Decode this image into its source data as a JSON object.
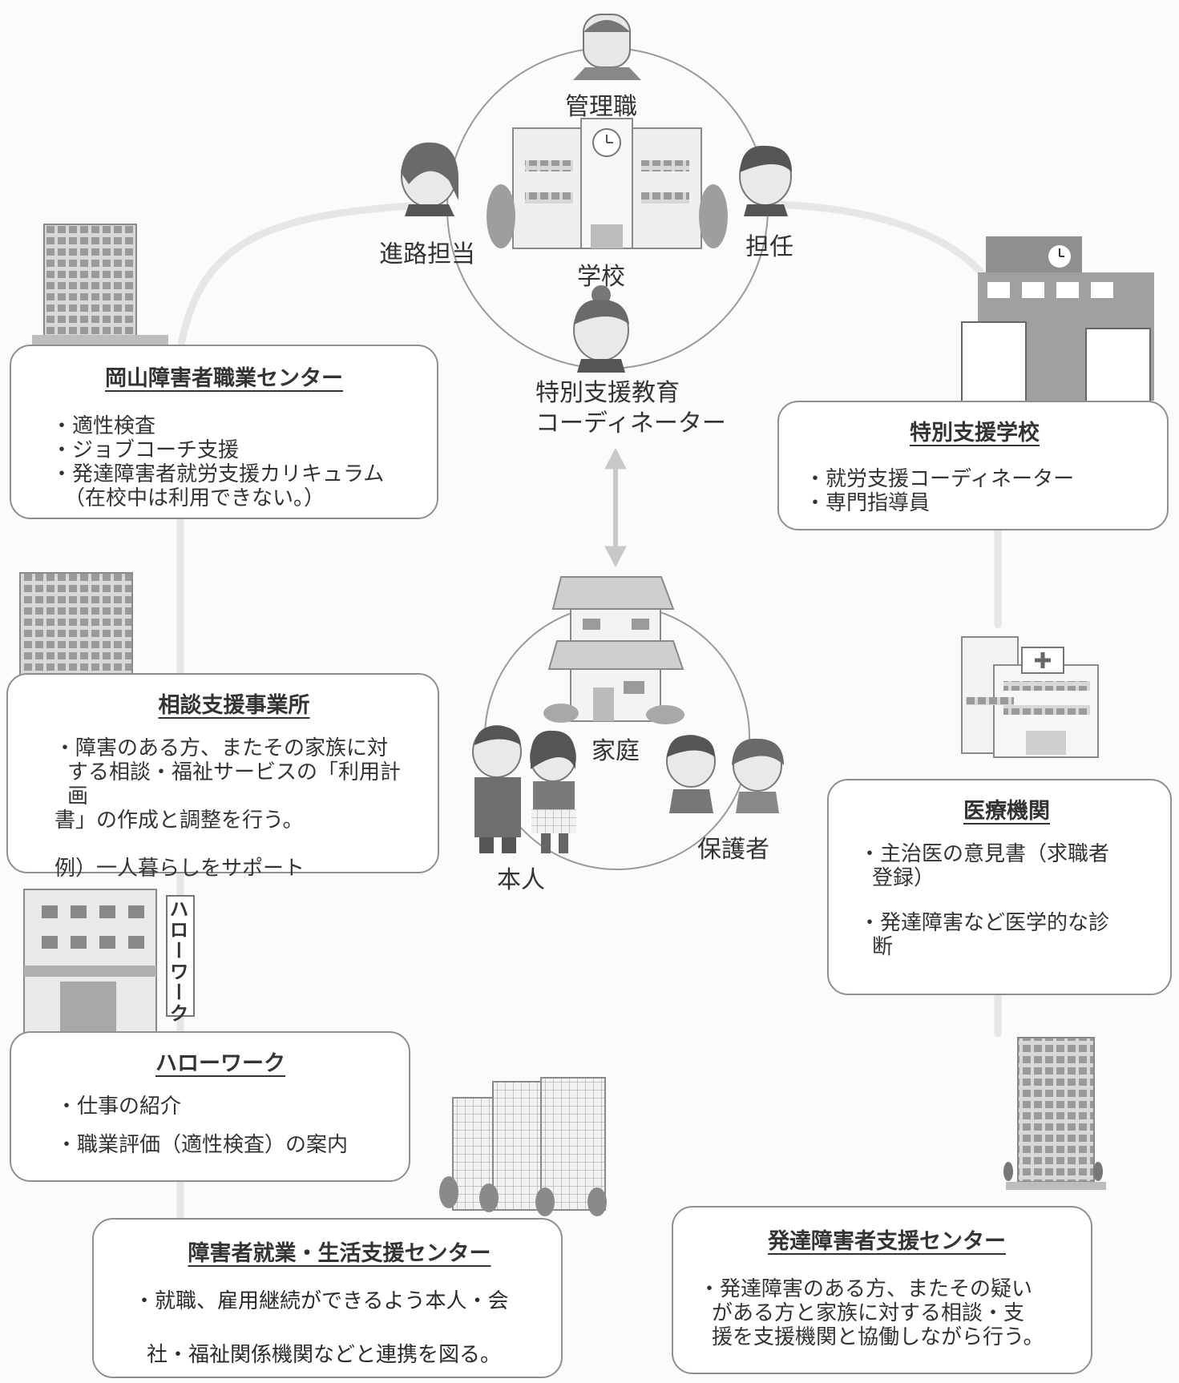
{
  "school_cluster": {
    "management_label": "管理職",
    "career_label": "進路担当",
    "homeroom_label": "担任",
    "school_label": "学校",
    "coordinator_label_line1": "特別支援教育",
    "coordinator_label_line2": "コーディネーター"
  },
  "home_cluster": {
    "home_label": "家庭",
    "self_label": "本人",
    "guardian_label": "保護者"
  },
  "boxes": {
    "okayama_center": {
      "title": "岡山障害者職業センター",
      "items": [
        "・適性検査",
        "・ジョブコーチ支援",
        "・発達障害者就労支援カリキュラム",
        "（在校中は利用できない。）"
      ]
    },
    "special_school": {
      "title": "特別支援学校",
      "items": [
        "・就労支援コーディネーター",
        "・専門指導員"
      ]
    },
    "consultation_office": {
      "title": "相談支援事業所",
      "items": [
        "・障害のある方、またその家族に対",
        "する相談・福祉サービスの「利用計画",
        "書」の作成と調整を行う。"
      ],
      "example": "例）一人暮らしをサポート"
    },
    "medical": {
      "title": "医療機関",
      "items_a": [
        "・主治医の意見書（求職者",
        "登録）"
      ],
      "items_b": [
        "・発達障害など医学的な診",
        "断"
      ]
    },
    "hellowork": {
      "title": "ハローワーク",
      "sign": "ハローワーク",
      "items": [
        "・仕事の紹介",
        "・職業評価（適性検査）の案内"
      ]
    },
    "employment_life_center": {
      "title": "障害者就業・生活支援センター",
      "line1": "・就職、雇用継続ができるよう本人・会",
      "line2": "社・福祉関係機関などと連携を図る。"
    },
    "dev_support_center": {
      "title": "発達障害者支援センター",
      "items": [
        "・発達障害のある方、またその疑い",
        "がある方と家族に対する相談・支",
        "援を支援機関と協働しながら行う。"
      ]
    }
  }
}
